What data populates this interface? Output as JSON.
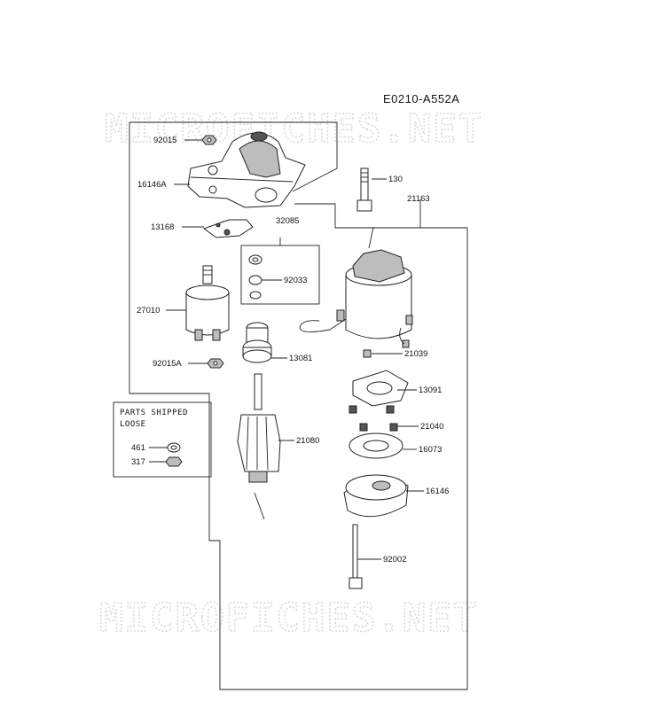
{
  "diagram_code": "E0210-A552A",
  "watermark": "MICROFICHES.NET",
  "parts_box": {
    "title_line1": "PARTS SHIPPED",
    "title_line2": "LOOSE"
  },
  "labels": {
    "p92015": "92015",
    "p16146A": "16146A",
    "p13168": "13168",
    "p27010": "27010",
    "p92015A": "92015A",
    "p130": "130",
    "p21163": "21163",
    "p32085": "32085",
    "p92033": "92033",
    "p13081": "13081",
    "p21039": "21039",
    "p13091": "13091",
    "p21040": "21040",
    "p21080": "21080",
    "p16073": "16073",
    "p16146": "16146",
    "p92002": "92002",
    "p461": "461",
    "p317": "317"
  }
}
